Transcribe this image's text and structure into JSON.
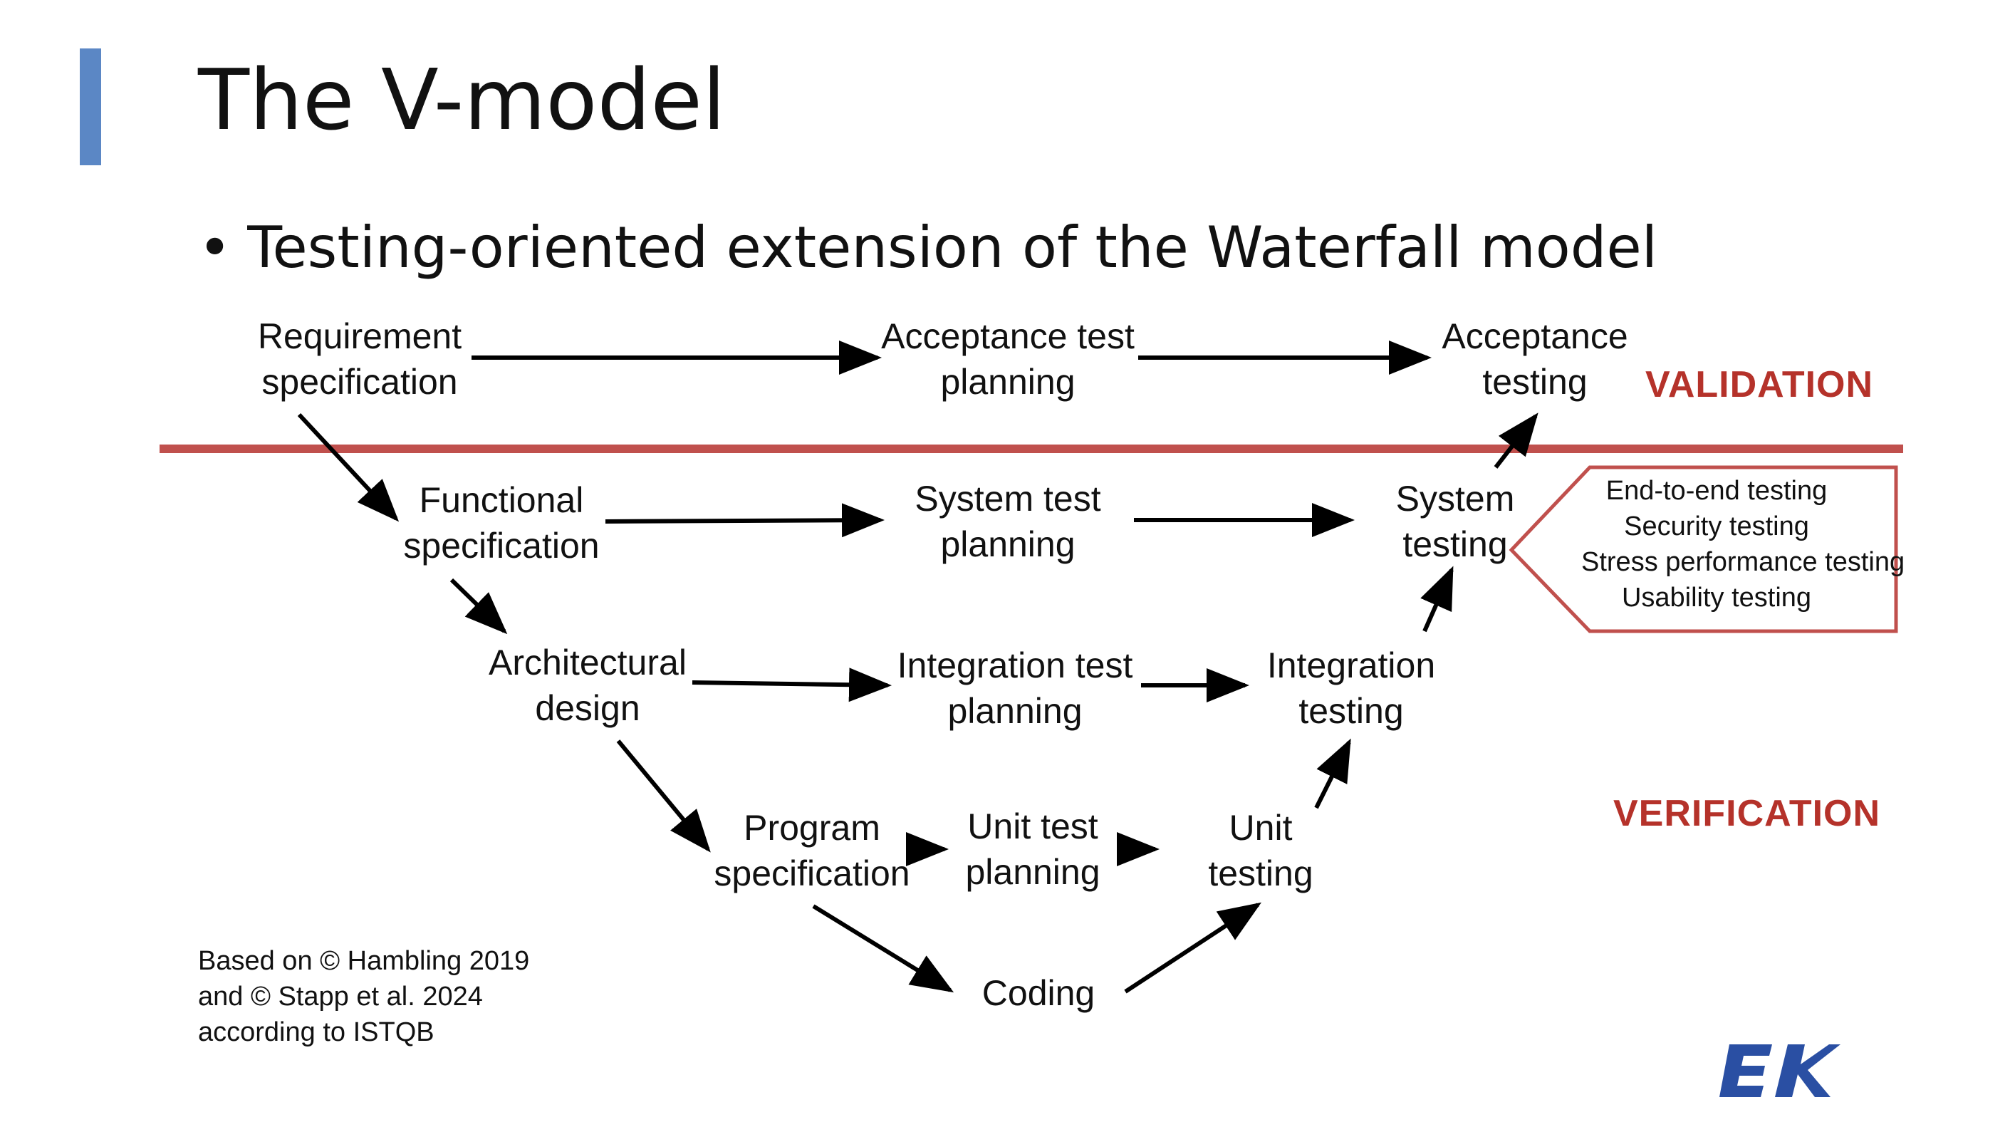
{
  "slide": {
    "title": "The V-model",
    "bullet": "•",
    "bullet_text": "Testing-oriented extension of the Waterfall model",
    "accent_color": "#5b87c5"
  },
  "diagram": {
    "nodes": {
      "requirement_specification": [
        "Requirement",
        "specification"
      ],
      "acceptance_test_planning": [
        "Acceptance test",
        "planning"
      ],
      "acceptance_testing": [
        "Acceptance",
        "testing"
      ],
      "functional_specification": [
        "Functional",
        "specification"
      ],
      "system_test_planning": [
        "System test",
        "planning"
      ],
      "system_testing": [
        "System",
        "testing"
      ],
      "architectural_design": [
        "Architectural",
        "design"
      ],
      "integration_test_planning": [
        "Integration test",
        "planning"
      ],
      "integration_testing": [
        "Integration",
        "testing"
      ],
      "program_specification": [
        "Program",
        "specification"
      ],
      "unit_test_planning": [
        "Unit test",
        "planning"
      ],
      "unit_testing": [
        "Unit",
        "testing"
      ],
      "coding": "Coding"
    },
    "validation_label": "VALIDATION",
    "verification_label": "VERIFICATION",
    "system_testing_types": [
      "End-to-end testing",
      "Security testing",
      "Stress performance testing",
      "Usability testing"
    ],
    "divider_color": "#c0504d",
    "label_color": "#b5322a",
    "arrow_color": "#000000"
  },
  "source_note": [
    "Based on © Hambling 2019",
    "and © Stapp et al. 2024",
    "according to ISTQB"
  ],
  "logo": {
    "text": "EK",
    "color": "#2a4fa3"
  }
}
